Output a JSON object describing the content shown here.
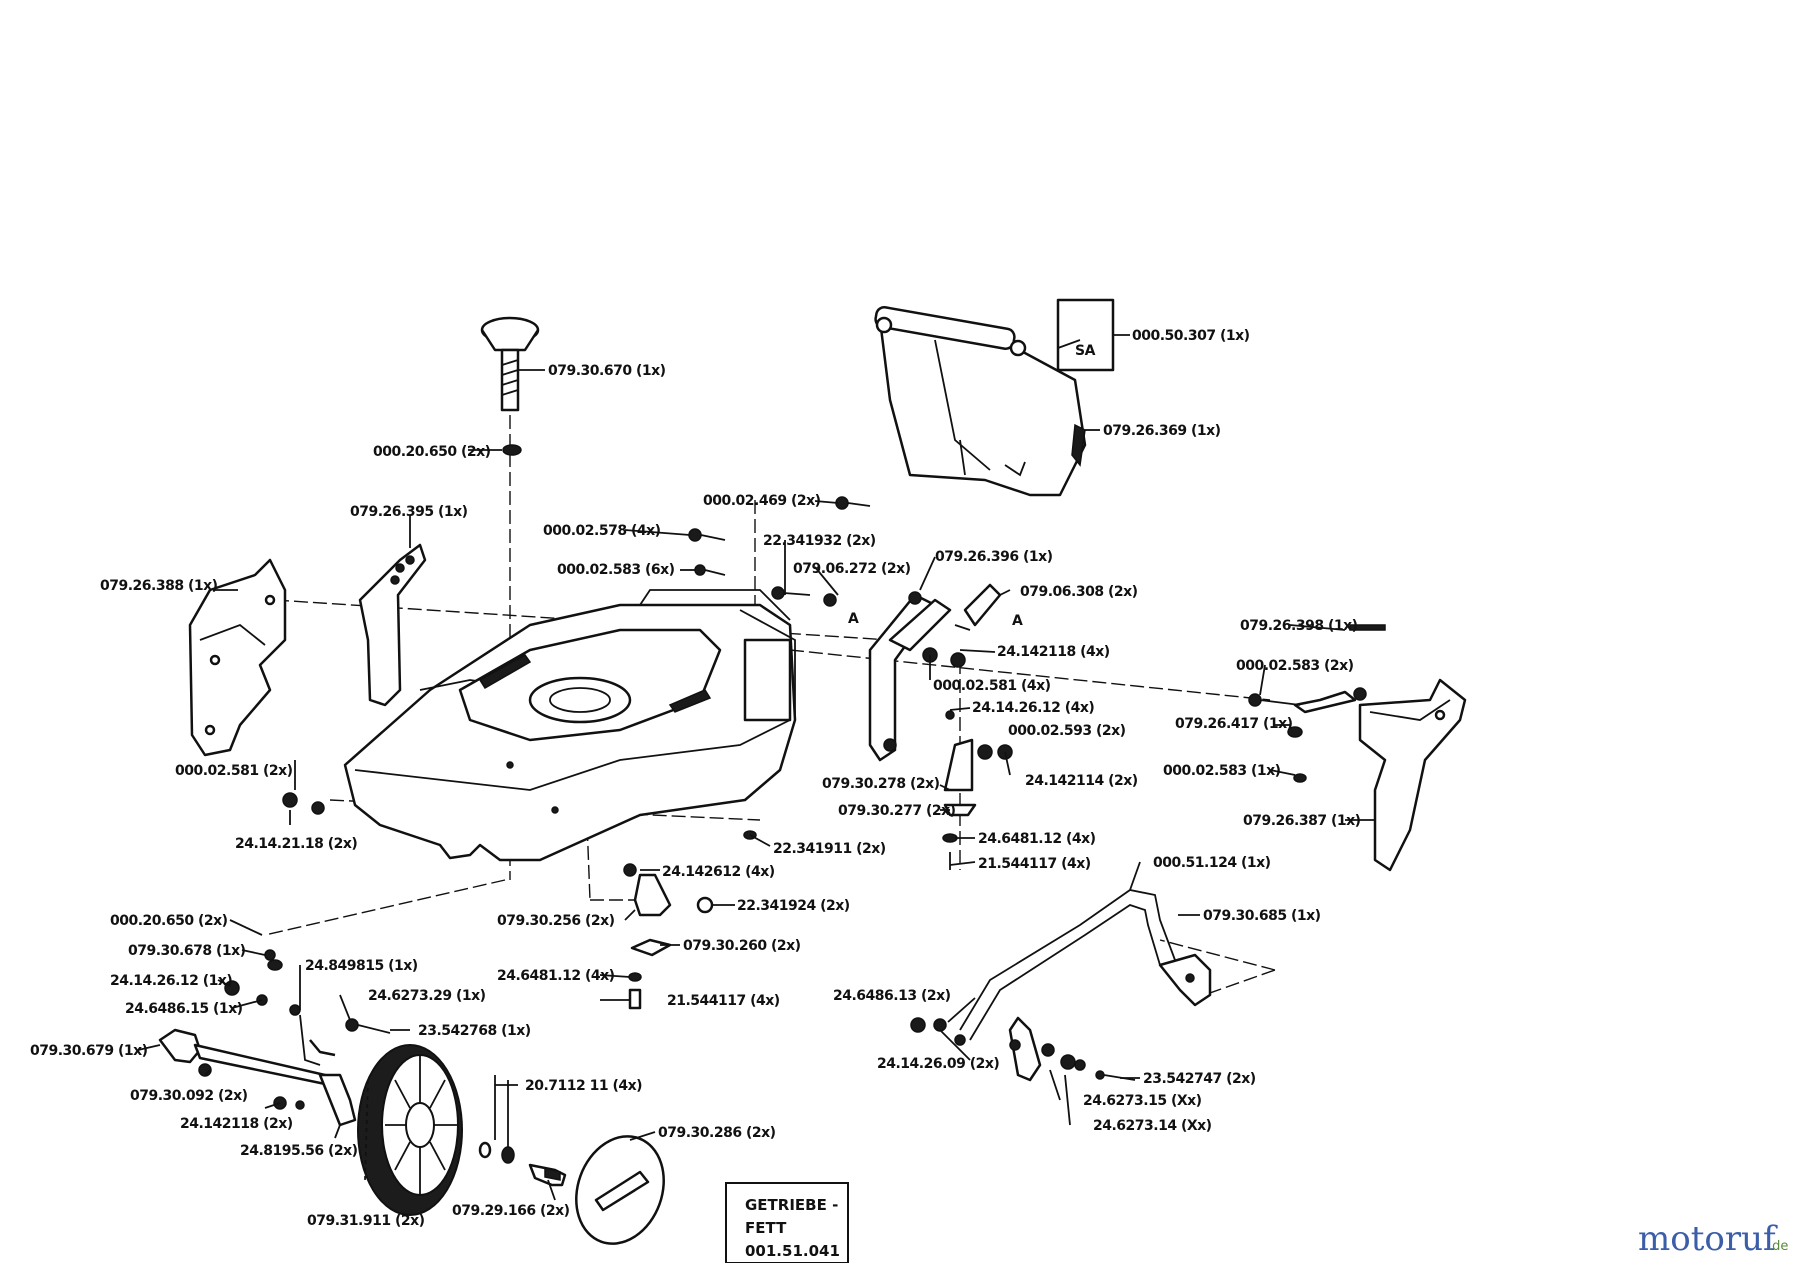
{
  "labels": {
    "l01": "079.30.670 (1x)",
    "l02": "000.20.650 (2x)",
    "l03": "079.26.395 (1x)",
    "l04": "079.26.388 (1x)",
    "l05": "000.02.578 (4x)",
    "l06": "000.02.583 (6x)",
    "l07": "000.02.469 (2x)",
    "l08": "22.341932 (2x)",
    "l09": "079.06.272 (2x)",
    "l10": "079.26.396 (1x)",
    "l11": "079.06.308 (2x)",
    "l12": "24.142118 (4x)",
    "l13": "000.02.581 (4x)",
    "l14": "24.14.26.12 (4x)",
    "l15": "000.02.593 (2x)",
    "l16": "24.142114 (2x)",
    "l17": "079.30.278 (2x)",
    "l18": "079.30.277 (2x)",
    "l19": "24.6481.12 (4x)",
    "l20": "21.544117 (4x)",
    "l21": "22.341911 (2x)",
    "l22": "000.02.581 (2x)",
    "l23": "24.14.21.18 (2x)",
    "l24": "24.142612 (4x)",
    "l25": "22.341924 (2x)",
    "l26": "079.30.256 (2x)",
    "l27": "079.30.260 (2x)",
    "l28": "24.6481.12 (4x)",
    "l29": "21.544117 (4x)",
    "l30": "000.20.650 (2x)",
    "l31": "079.30.678 (1x)",
    "l32": "24.14.26.12 (1x)",
    "l33": "24.6486.15 (1x)",
    "l34": "24.849815 (1x)",
    "l35": "24.6273.29 (1x)",
    "l36": "23.542768 (1x)",
    "l37": "079.30.679 (1x)",
    "l38": "079.30.092 (2x)",
    "l39": "24.142118 (2x)",
    "l40": "24.8195.56 (2x)",
    "l41": "20.7112 11 (4x)",
    "l42": "079.30.286 (2x)",
    "l43": "079.31.911 (2x)",
    "l44": "079.29.166 (2x)",
    "l45": "000.50.307 (1x)",
    "l46": "079.26.369 (1x)",
    "l47": "079.26.398 (1x)",
    "l48": "000.02.583 (2x)",
    "l49": "079.26.417 (1x)",
    "l50": "000.02.583 (1x)",
    "l51": "079.26.387 (1x)",
    "l52": "000.51.124 (1x)",
    "l53": "079.30.685 (1x)",
    "l54": "24.6486.13 (2x)",
    "l55": "24.14.26.09 (2x)",
    "l56": "23.542747 (2x)",
    "l57": "24.6273.15 (Xx)",
    "l58": "24.6273.14 (Xx)"
  },
  "markers": {
    "sa": "SA",
    "a1": "A",
    "a2": "A"
  },
  "grease_box": {
    "line1": "GETRIEBE -",
    "line2": "FETT",
    "line3": "001.51.041"
  },
  "watermark": {
    "text1": "motoruf",
    "text2": ".de"
  },
  "colors": {
    "line": "#111111",
    "background": "#ffffff",
    "watermark_blue": "#3a5ea8",
    "watermark_orange": "#e08a1e"
  }
}
